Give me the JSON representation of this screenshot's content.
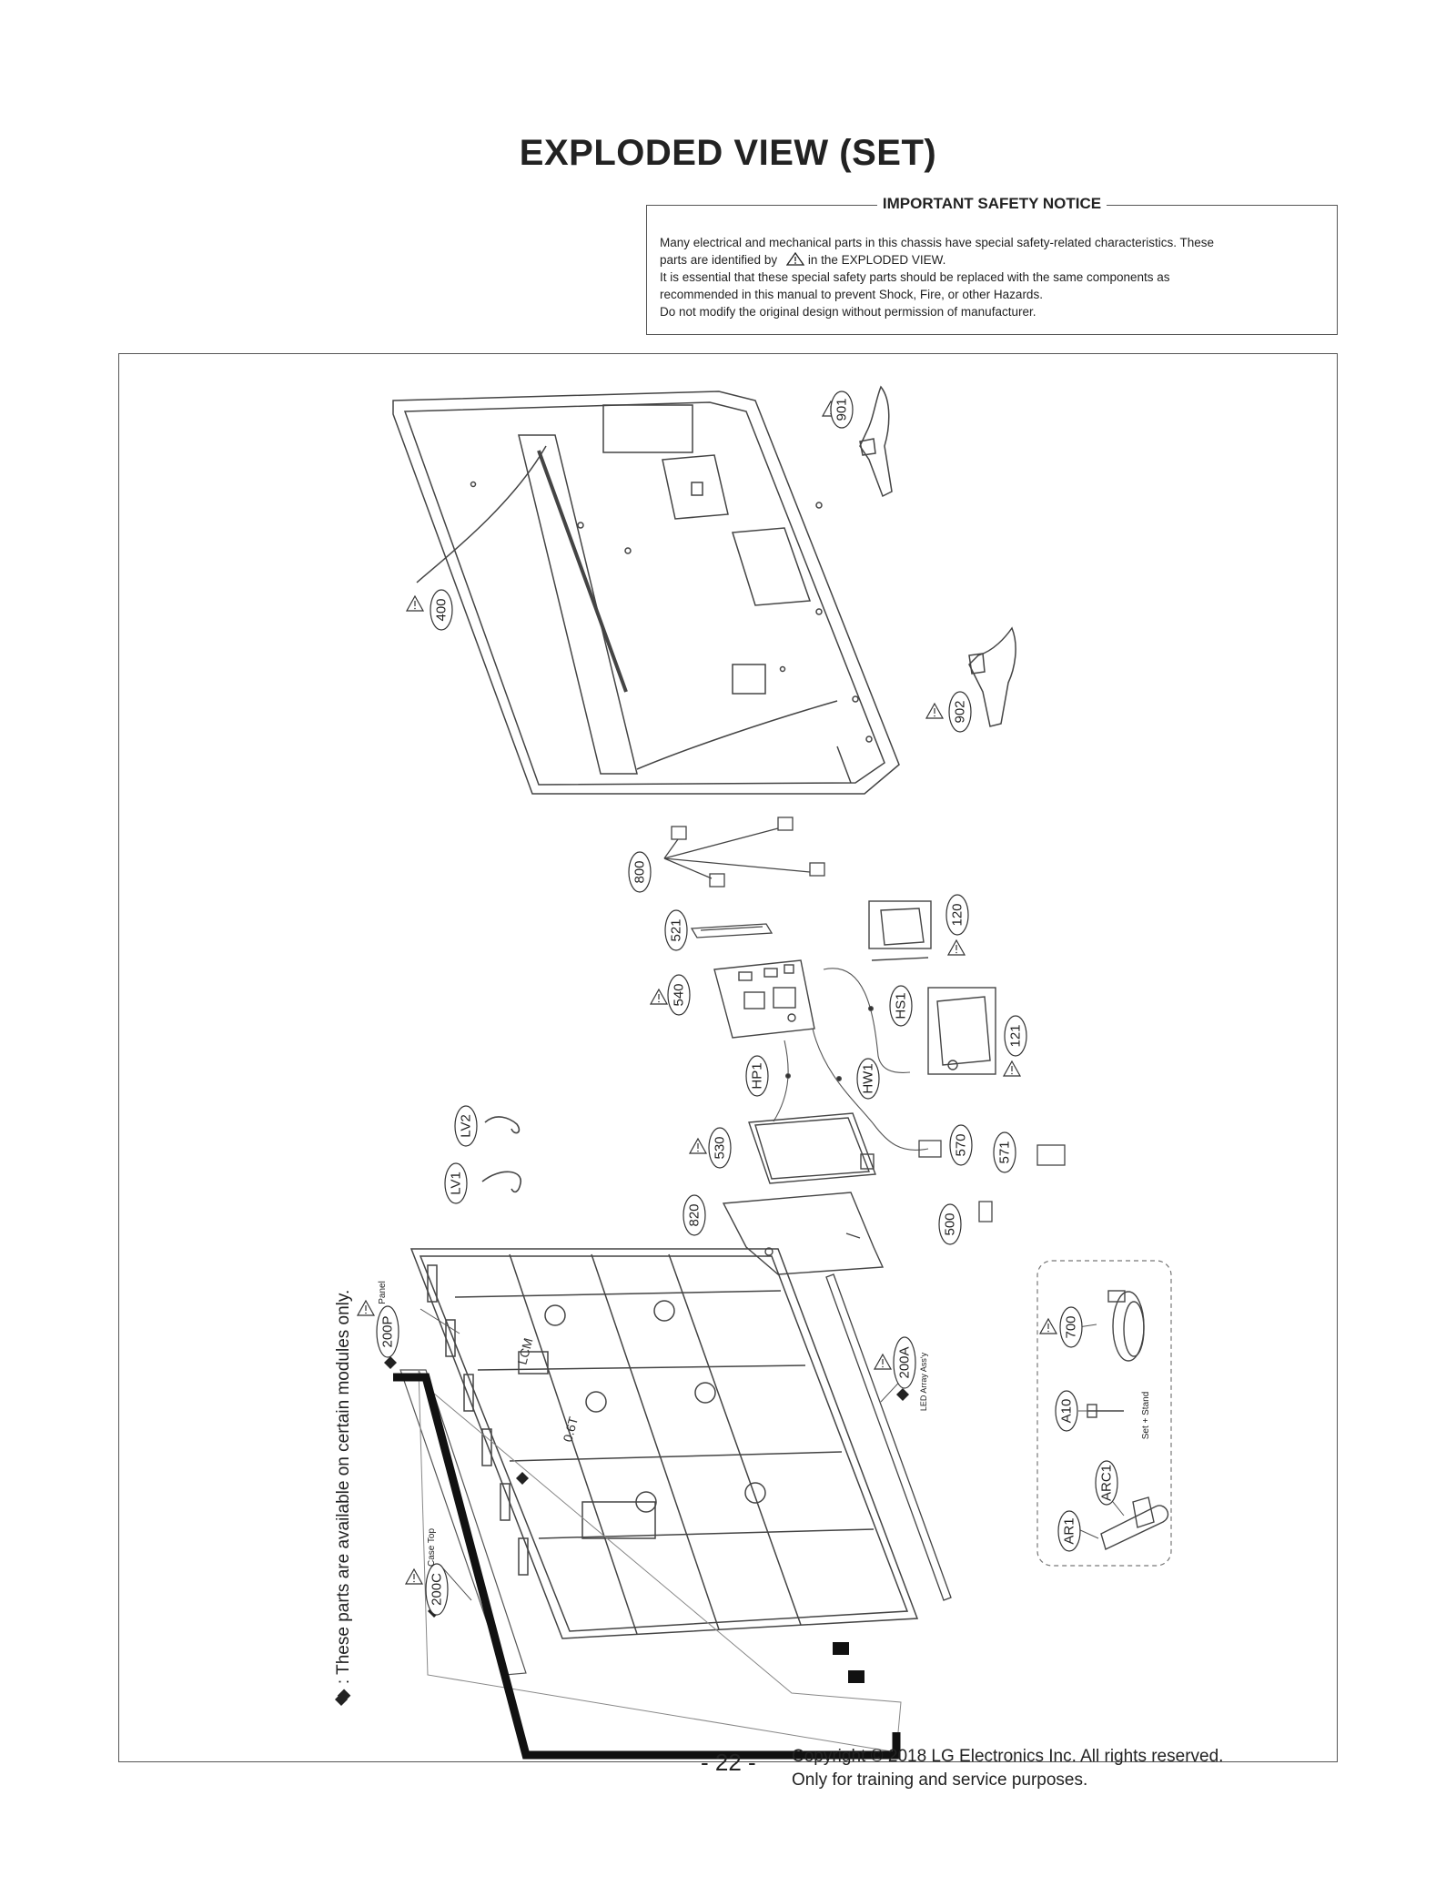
{
  "title": "EXPLODED VIEW (SET)",
  "notice": {
    "heading": "IMPORTANT SAFETY NOTICE",
    "line1": "Many electrical and mechanical parts in this chassis have special safety-related characteristics. These",
    "line2a": "parts are identified by",
    "line2b": "in the EXPLODED VIEW.",
    "line3": "It is essential that these special safety parts should be replaced with the same components as",
    "line4": "recommended in this manual to prevent Shock, Fire, or other Hazards.",
    "line5": "Do not modify the original design without permission of manufacturer."
  },
  "side_note": "◆ : These parts are available on certain modules only.",
  "parts": {
    "p901": "901",
    "p400": "400",
    "p902": "902",
    "p800": "800",
    "p521": "521",
    "p120": "120",
    "p540": "540",
    "pHS1": "HS1",
    "p121": "121",
    "pHP1": "HP1",
    "pHW1": "HW1",
    "pLV2": "LV2",
    "p530": "530",
    "p570": "570",
    "p571": "571",
    "pLV1": "LV1",
    "p820": "820",
    "p500": "500",
    "p700": "700",
    "p200P": "200P",
    "p200P_sub": "Panel",
    "p200A": "200A",
    "p200A_sub": "LED Array Ass'y",
    "pA10": "A10",
    "pA10_sub": "Set + Stand",
    "pARC1": "ARC1",
    "pAR1": "AR1",
    "p200C": "200C",
    "p200C_sub": "Case Top"
  },
  "panel_marks": {
    "lcm": "LCM",
    "t06": "0.6T"
  },
  "footer": {
    "page": "- 22 -",
    "copyright": "Copyright © 2018 LG Electronics Inc. All rights reserved.",
    "purpose": "Only for training and service purposes."
  }
}
